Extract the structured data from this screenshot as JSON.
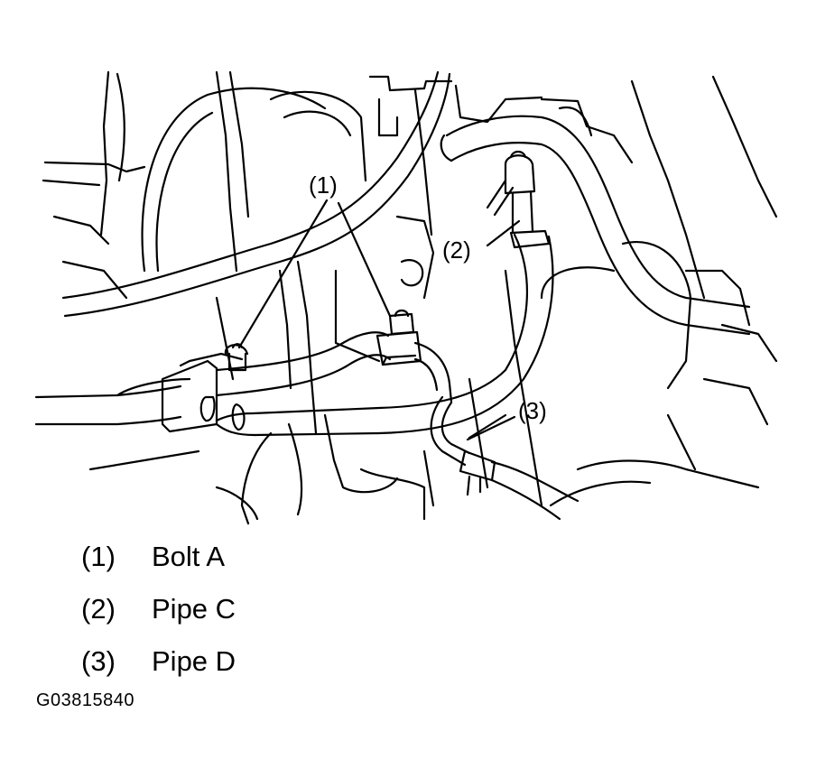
{
  "illustration": {
    "callouts": [
      {
        "label": "(1)"
      },
      {
        "label": "(2)"
      },
      {
        "label": "(3)"
      }
    ]
  },
  "legend": [
    {
      "number": "(1)",
      "text": "Bolt A"
    },
    {
      "number": "(2)",
      "text": "Pipe C"
    },
    {
      "number": "(3)",
      "text": "Pipe D"
    }
  ],
  "figure_code": "G03815840",
  "colors": {
    "line": "#000000",
    "background": "#ffffff"
  }
}
